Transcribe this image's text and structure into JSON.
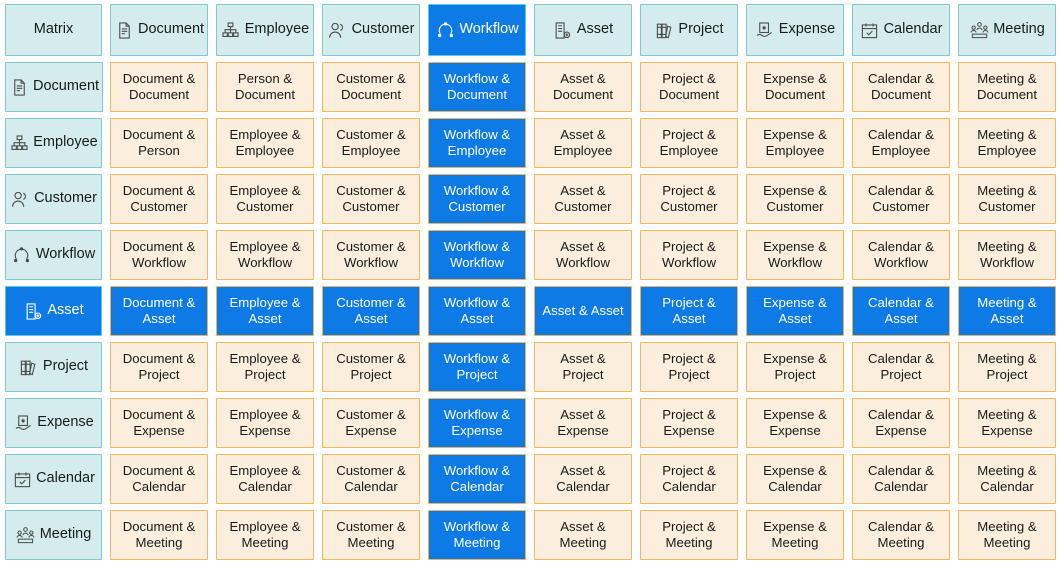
{
  "title": "Matrix",
  "colors": {
    "header_fill": "#d4ecee",
    "header_border": "#7fc9c9",
    "cell_fill": "#fbeedc",
    "cell_border": "#f0b860",
    "highlight_fill": "#0d7ae5",
    "highlight_text": "#ffffff",
    "text": "#1a1a1a"
  },
  "corner_label": "Matrix",
  "entities": [
    {
      "key": "document",
      "label": "Document",
      "icon": "document-icon"
    },
    {
      "key": "employee",
      "label": "Employee",
      "icon": "org-chart-icon"
    },
    {
      "key": "customer",
      "label": "Customer",
      "icon": "person-icon"
    },
    {
      "key": "workflow",
      "label": "Workflow",
      "icon": "workflow-nodes-icon"
    },
    {
      "key": "asset",
      "label": "Asset",
      "icon": "asset-gear-icon"
    },
    {
      "key": "project",
      "label": "Project",
      "icon": "binders-icon"
    },
    {
      "key": "expense",
      "label": "Expense",
      "icon": "hand-receipt-icon"
    },
    {
      "key": "calendar",
      "label": "Calendar",
      "icon": "calendar-check-icon"
    },
    {
      "key": "meeting",
      "label": "Meeting",
      "icon": "meeting-people-icon"
    }
  ],
  "highlight": {
    "column": "Workflow",
    "row": "Asset"
  },
  "columns": [
    "Document",
    "Employee",
    "Customer",
    "Workflow",
    "Asset",
    "Project",
    "Expense",
    "Calendar",
    "Meeting"
  ],
  "rows": [
    "Document",
    "Employee",
    "Customer",
    "Workflow",
    "Asset",
    "Project",
    "Expense",
    "Calendar",
    "Meeting"
  ],
  "grid": [
    [
      {
        "text": "Document & Document",
        "highlight": false
      },
      {
        "text": "Person & Document",
        "highlight": false
      },
      {
        "text": "Customer & Document",
        "highlight": false
      },
      {
        "text": "Workflow & Document",
        "highlight": true
      },
      {
        "text": "Asset & Document",
        "highlight": false
      },
      {
        "text": "Project & Document",
        "highlight": false
      },
      {
        "text": "Expense & Document",
        "highlight": false
      },
      {
        "text": "Calendar & Document",
        "highlight": false
      },
      {
        "text": "Meeting & Document",
        "highlight": false
      }
    ],
    [
      {
        "text": "Document & Person",
        "highlight": false
      },
      {
        "text": "Employee & Employee",
        "highlight": false
      },
      {
        "text": "Customer & Employee",
        "highlight": false
      },
      {
        "text": "Workflow & Employee",
        "highlight": true
      },
      {
        "text": "Asset & Employee",
        "highlight": false
      },
      {
        "text": "Project & Employee",
        "highlight": false
      },
      {
        "text": "Expense & Employee",
        "highlight": false
      },
      {
        "text": "Calendar & Employee",
        "highlight": false
      },
      {
        "text": "Meeting & Employee",
        "highlight": false
      }
    ],
    [
      {
        "text": "Document & Customer",
        "highlight": false
      },
      {
        "text": "Employee & Customer",
        "highlight": false
      },
      {
        "text": "Customer & Customer",
        "highlight": false
      },
      {
        "text": "Workflow & Customer",
        "highlight": true
      },
      {
        "text": "Asset & Customer",
        "highlight": false
      },
      {
        "text": "Project & Customer",
        "highlight": false
      },
      {
        "text": "Expense & Customer",
        "highlight": false
      },
      {
        "text": "Calendar & Customer",
        "highlight": false
      },
      {
        "text": "Meeting & Customer",
        "highlight": false
      }
    ],
    [
      {
        "text": "Document & Workflow",
        "highlight": false
      },
      {
        "text": "Employee & Workflow",
        "highlight": false
      },
      {
        "text": "Customer & Workflow",
        "highlight": false
      },
      {
        "text": "Workflow & Workflow",
        "highlight": true
      },
      {
        "text": "Asset & Workflow",
        "highlight": false
      },
      {
        "text": "Project & Workflow",
        "highlight": false
      },
      {
        "text": "Expense & Workflow",
        "highlight": false
      },
      {
        "text": "Calendar & Workflow",
        "highlight": false
      },
      {
        "text": "Meeting & Workflow",
        "highlight": false
      }
    ],
    [
      {
        "text": "Document & Asset",
        "highlight": true
      },
      {
        "text": "Employee & Asset",
        "highlight": true
      },
      {
        "text": "Customer & Asset",
        "highlight": true
      },
      {
        "text": "Workflow & Asset",
        "highlight": true
      },
      {
        "text": "Asset & Asset",
        "highlight": true
      },
      {
        "text": "Project & Asset",
        "highlight": true
      },
      {
        "text": "Expense & Asset",
        "highlight": true
      },
      {
        "text": "Calendar & Asset",
        "highlight": true
      },
      {
        "text": "Meeting & Asset",
        "highlight": true
      }
    ],
    [
      {
        "text": "Document & Project",
        "highlight": false
      },
      {
        "text": "Employee & Project",
        "highlight": false
      },
      {
        "text": "Customer & Project",
        "highlight": false
      },
      {
        "text": "Workflow & Project",
        "highlight": true
      },
      {
        "text": "Asset & Project",
        "highlight": false
      },
      {
        "text": "Project & Project",
        "highlight": false
      },
      {
        "text": "Expense & Project",
        "highlight": false
      },
      {
        "text": "Calendar & Project",
        "highlight": false
      },
      {
        "text": "Meeting & Project",
        "highlight": false
      }
    ],
    [
      {
        "text": "Document & Expense",
        "highlight": false
      },
      {
        "text": "Employee & Expense",
        "highlight": false
      },
      {
        "text": "Customer & Expense",
        "highlight": false
      },
      {
        "text": "Workflow & Expense",
        "highlight": true
      },
      {
        "text": "Asset & Expense",
        "highlight": false
      },
      {
        "text": "Project & Expense",
        "highlight": false
      },
      {
        "text": "Expense & Expense",
        "highlight": false
      },
      {
        "text": "Calendar & Expense",
        "highlight": false
      },
      {
        "text": "Meeting & Expense",
        "highlight": false
      }
    ],
    [
      {
        "text": "Document & Calendar",
        "highlight": false
      },
      {
        "text": "Employee & Calendar",
        "highlight": false
      },
      {
        "text": "Customer & Calendar",
        "highlight": false
      },
      {
        "text": "Workflow & Calendar",
        "highlight": true
      },
      {
        "text": "Asset & Calendar",
        "highlight": false
      },
      {
        "text": "Project & Calendar",
        "highlight": false
      },
      {
        "text": "Expense & Calendar",
        "highlight": false
      },
      {
        "text": "Calendar & Calendar",
        "highlight": false
      },
      {
        "text": "Meeting & Calendar",
        "highlight": false
      }
    ],
    [
      {
        "text": "Document & Meeting",
        "highlight": false
      },
      {
        "text": "Employee & Meeting",
        "highlight": false
      },
      {
        "text": "Customer & Meeting",
        "highlight": false
      },
      {
        "text": "Workflow & Meeting",
        "highlight": true
      },
      {
        "text": "Asset & Meeting",
        "highlight": false
      },
      {
        "text": "Project & Meeting",
        "highlight": false
      },
      {
        "text": "Expense & Meeting",
        "highlight": false
      },
      {
        "text": "Calendar & Meeting",
        "highlight": false
      },
      {
        "text": "Meeting & Meeting",
        "highlight": false
      }
    ]
  ]
}
